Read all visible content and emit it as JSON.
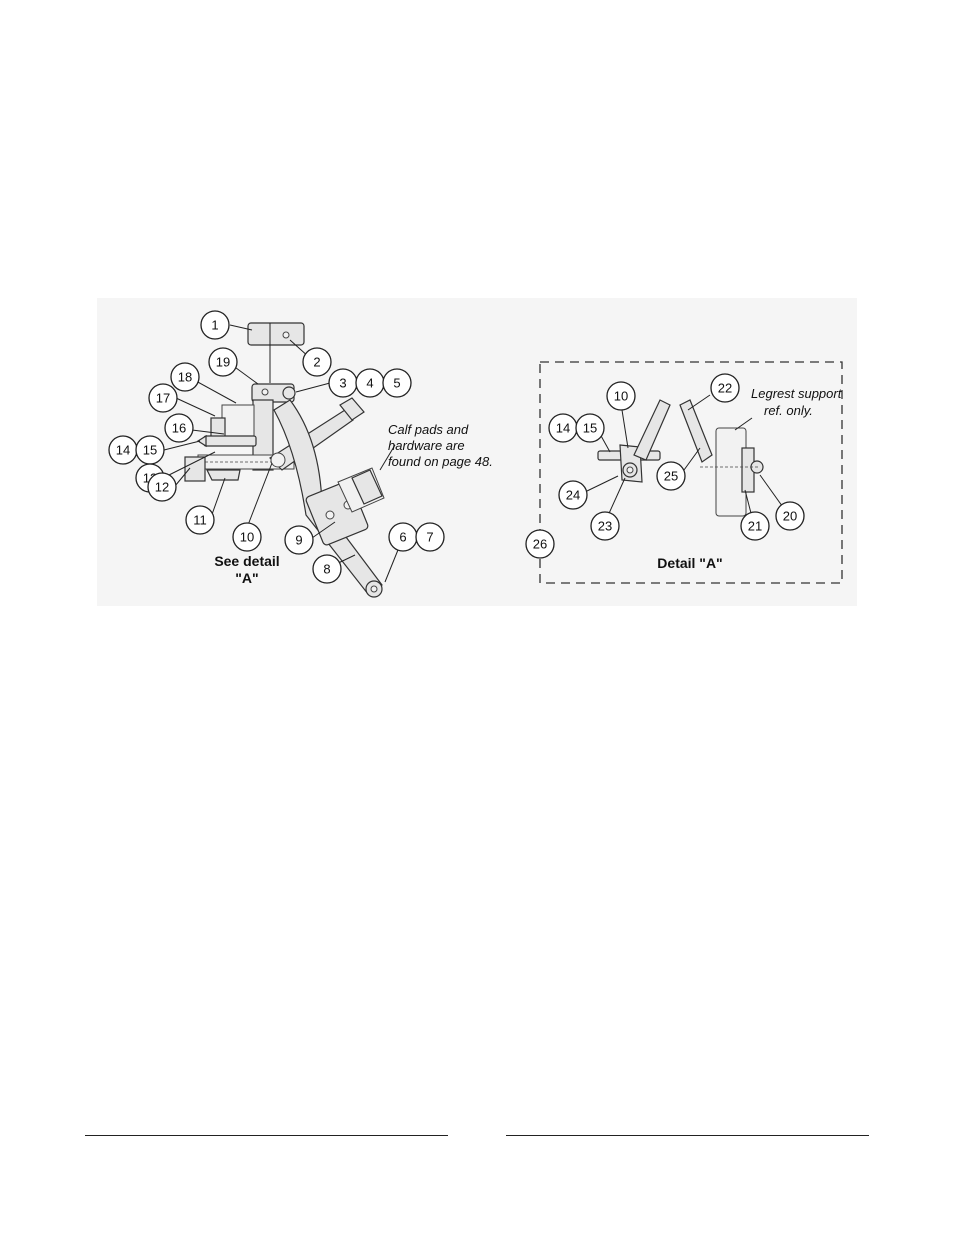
{
  "figure": {
    "main_callouts": [
      "1",
      "2",
      "19",
      "3",
      "4",
      "5",
      "18",
      "17",
      "16",
      "14",
      "15",
      "13",
      "12",
      "11",
      "10",
      "9",
      "8",
      "6",
      "7"
    ],
    "detail_callouts": [
      "10",
      "22",
      "14",
      "15",
      "24",
      "23",
      "25",
      "21",
      "20",
      "26"
    ],
    "notes": {
      "calf_pads_line1": "Calf pads and",
      "calf_pads_line2": "hardware are",
      "calf_pads_line3": "found on page 48.",
      "see_detail_line1": "See detail",
      "see_detail_line2": "\"A\"",
      "legrest_line1": "Legrest support",
      "legrest_line2": "ref. only.",
      "detail_title": "Detail \"A\""
    }
  },
  "colors": {
    "line": "#222222",
    "panel": "#f5f5f5",
    "background": "#ffffff"
  }
}
